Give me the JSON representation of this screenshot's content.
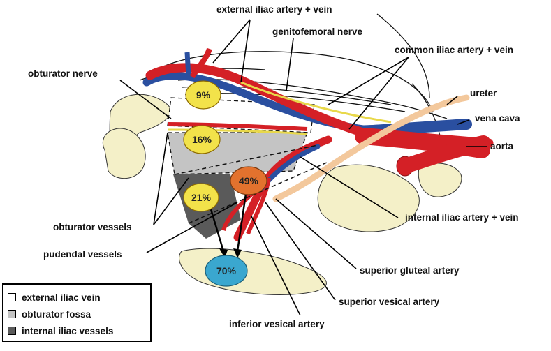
{
  "labels": {
    "external_iliac": "external iliac artery + vein",
    "genitofemoral": "genitofemoral nerve",
    "common_iliac": "common iliac artery + vein",
    "obturator_nerve": "obturator nerve",
    "ureter": "ureter",
    "vena_cava": "vena cava",
    "aorta": "aorta",
    "internal_iliac": "internal iliac artery + vein",
    "obturator_vessels": "obturator vessels",
    "pudendal_vessels": "pudendal vessels",
    "superior_gluteal": "superior gluteal artery",
    "superior_vesical": "superior vesical artery",
    "inferior_vesical": "inferior vesical artery"
  },
  "percentages": {
    "p1": "9%",
    "p2": "16%",
    "p3": "49%",
    "p4": "21%",
    "p5": "70%"
  },
  "legend": {
    "items": [
      {
        "label": "external iliac vein",
        "color": "#ffffff"
      },
      {
        "label": "obturator fossa",
        "color": "#c4c4c4"
      },
      {
        "label": "internal iliac vessels",
        "color": "#5a5a5a"
      }
    ]
  },
  "colors": {
    "artery": "#d42026",
    "vein": "#2a4fa0",
    "nerve": "#e8d84a",
    "ureter": "#f3c89c",
    "bone": "#f4f0c8",
    "circle_yellow": "#f2e24a",
    "circle_orange": "#e3722e",
    "circle_blue": "#3aa7cf"
  }
}
